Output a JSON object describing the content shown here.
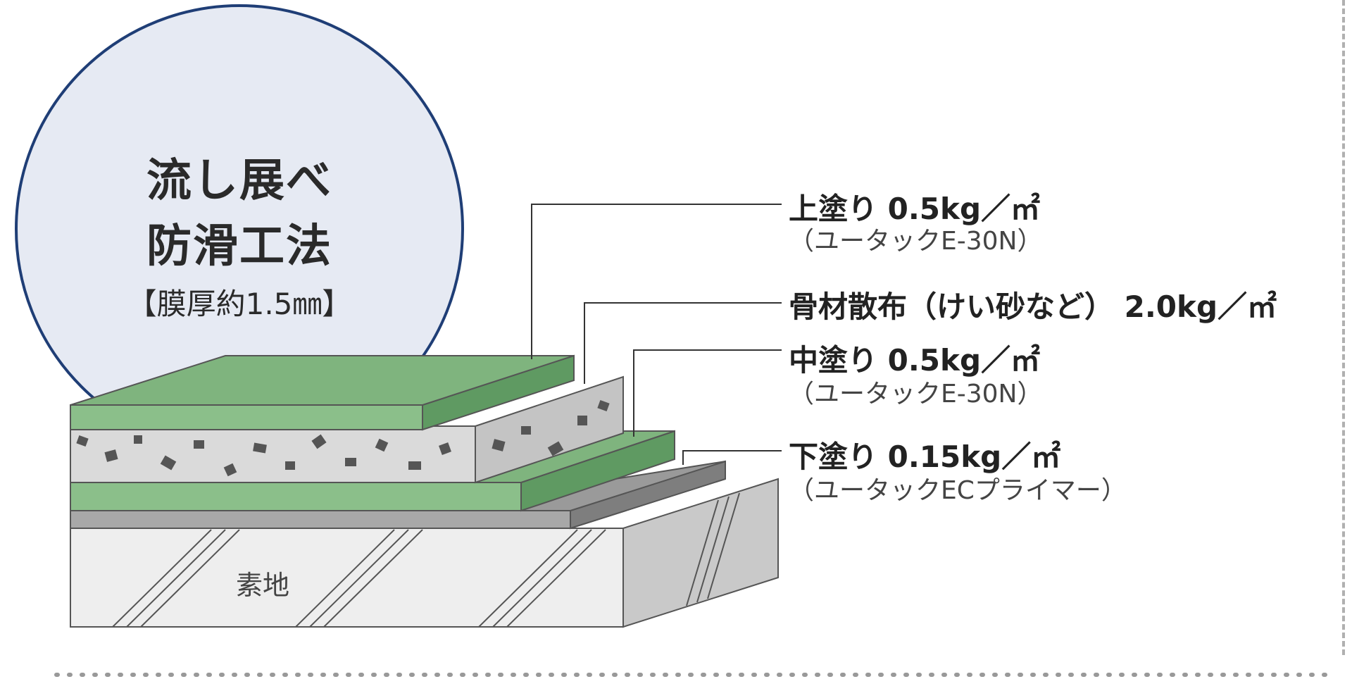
{
  "badge": {
    "title_line1": "流し展べ",
    "title_line2": "防滑工法",
    "subtitle": "【膜厚約1.5㎜】"
  },
  "layers": [
    {
      "key": "top_coat",
      "label": "上塗り 0.5kg／㎡",
      "product": "（ユータックE-30N）"
    },
    {
      "key": "aggregate",
      "label": "骨材散布（けい砂など） 2.0kg／㎡"
    },
    {
      "key": "middle_coat",
      "label": "中塗り 0.5kg／㎡",
      "product": "（ユータックE-30N）"
    },
    {
      "key": "primer",
      "label": "下塗り 0.15kg／㎡",
      "product": "（ユータックECプライマー）"
    }
  ],
  "substrate": {
    "label": "素地"
  },
  "colors": {
    "badge_fill": "#e6eaf3",
    "badge_stroke": "#1f3e76",
    "green_light": "#8bbf8a",
    "green_dark": "#5f9a62",
    "aggregate_bg": "#d9d9d9",
    "primer_gray": "#a6a6a6",
    "concrete": "#ededed"
  }
}
